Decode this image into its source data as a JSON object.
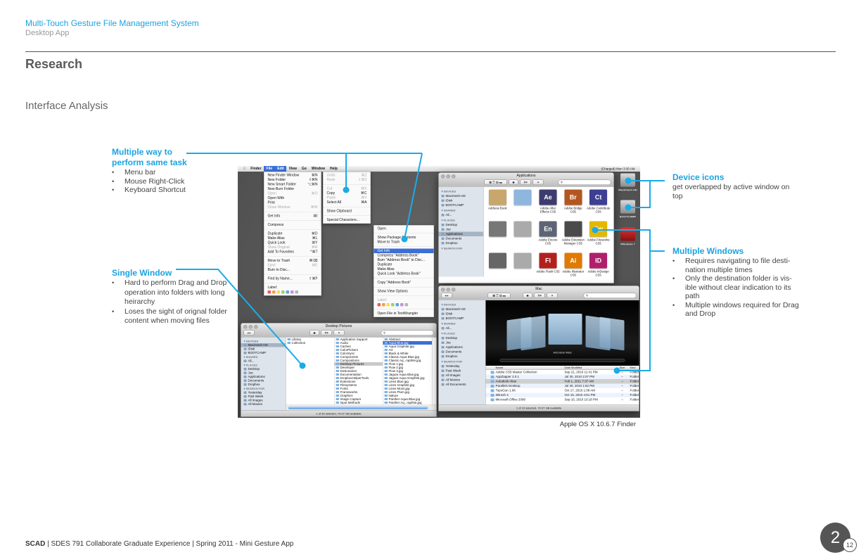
{
  "header": {
    "title": "Multi-Touch Gesture File Management System",
    "subtitle": "Desktop App"
  },
  "section": "Research",
  "subsection": "Interface Analysis",
  "annotations": {
    "multiple_way": {
      "title_line1": "Multiple way to",
      "title_line2": "perform same task",
      "bullets": [
        "Menu bar",
        "Mouse Right-Click",
        "Keyboard Shortcut"
      ]
    },
    "single_window": {
      "title": "Single Window",
      "bullets": [
        "Hard to perform Drag and Drop operation into folders with long heirarchy",
        "Loses the sight of orignal folder content when moving files"
      ]
    },
    "device_icons": {
      "title": "Device icons",
      "text": "get overlapped by active window on top"
    },
    "multiple_windows": {
      "title": "Multiple Windows",
      "bullets": [
        "Requires navigating to file desti-nation multiple times",
        "Only the destination folder is vis-ible without clear indication to its path",
        "Multiple windows required for Drag and Drop"
      ]
    },
    "accent": "#1aabe8"
  },
  "caption": "Apple OS X 10.6.7 Finder",
  "footer": {
    "brand": "SCAD",
    "text": " | SDES 791 Collaborate Graduate Experience | Spring 2011 - Mini Gesture App"
  },
  "page": {
    "current": "2",
    "total": "12"
  },
  "screenshot": {
    "menubar": {
      "apple": "",
      "items": [
        "Finder",
        "File",
        "Edit",
        "View",
        "Go",
        "Window",
        "Help"
      ],
      "status": "(Charged)   Mon 3:30 AM"
    },
    "file_menu": [
      {
        "label": "New Finder Window",
        "key": "⌘N"
      },
      {
        "label": "New Folder",
        "key": "⇧⌘N"
      },
      {
        "label": "New Smart Folder",
        "key": "⌥⌘N"
      },
      {
        "label": "New Burn Folder",
        "key": ""
      },
      {
        "label": "Open",
        "key": "⌘O",
        "dis": true
      },
      {
        "label": "Open With",
        "key": ""
      },
      {
        "label": "Print",
        "key": ""
      },
      {
        "label": "Close Window",
        "key": "⌘W",
        "dis": true
      },
      {
        "sep": true
      },
      {
        "label": "Get Info",
        "key": "⌘I"
      },
      {
        "sep": true
      },
      {
        "label": "Compress",
        "key": ""
      },
      {
        "sep": true
      },
      {
        "label": "Duplicate",
        "key": "⌘D"
      },
      {
        "label": "Make Alias",
        "key": "⌘L"
      },
      {
        "label": "Quick Look",
        "key": "⌘Y"
      },
      {
        "label": "Show Original",
        "key": "⌘R",
        "dis": true
      },
      {
        "label": "Add To Favorites",
        "key": "^⌘T"
      },
      {
        "sep": true
      },
      {
        "label": "Move to Trash",
        "key": "⌘⌫"
      },
      {
        "label": "Eject",
        "key": "⌘E",
        "dis": true
      },
      {
        "label": "Burn to Disc...",
        "key": ""
      },
      {
        "sep": true
      },
      {
        "label": "Find by Name...",
        "key": "⇧⌘F"
      },
      {
        "sep": true
      },
      {
        "label": "Label:",
        "key": ""
      }
    ],
    "edit_menu": [
      {
        "label": "Undo",
        "key": "⌘Z",
        "dis": true
      },
      {
        "label": "Redo",
        "key": "⇧⌘Z",
        "dis": true
      },
      {
        "sep": true
      },
      {
        "label": "Cut",
        "key": "⌘X",
        "dis": true
      },
      {
        "label": "Copy",
        "key": "⌘C"
      },
      {
        "label": "Paste",
        "key": "⌘V",
        "dis": true
      },
      {
        "label": "Select All",
        "key": "⌘A"
      },
      {
        "sep": true
      },
      {
        "label": "Show Clipboard",
        "key": ""
      },
      {
        "sep": true
      },
      {
        "label": "Special Characters...",
        "key": ""
      }
    ],
    "label_colors": [
      "#ee5b5b",
      "#f2a04a",
      "#eee05a",
      "#9ed35c",
      "#5ea2ec",
      "#c98ee0",
      "#b5b5b5"
    ],
    "context_menu": [
      {
        "label": "Open"
      },
      {
        "sep": true
      },
      {
        "label": "Show Package Contents"
      },
      {
        "label": "Move to Trash"
      },
      {
        "sep": true
      },
      {
        "label": "Get Info",
        "hl": true
      },
      {
        "label": "Compress \"Address Book\""
      },
      {
        "label": "Burn \"Address Book\" to Disc..."
      },
      {
        "label": "Duplicate"
      },
      {
        "label": "Make Alias"
      },
      {
        "label": "Quick Look \"Address Book\""
      },
      {
        "sep": true
      },
      {
        "label": "Copy \"Address Book\""
      },
      {
        "sep": true
      },
      {
        "label": "Show View Options"
      },
      {
        "sep": true
      },
      {
        "label": "Label:",
        "dis": true
      },
      {
        "labels": true
      },
      {
        "sep": true
      },
      {
        "label": "Open File in TextWrangler"
      }
    ],
    "desktop_icons": [
      "Macintosh HD",
      "BOOTCAMP",
      "Windows 7"
    ],
    "apps_window": {
      "title": "Applications",
      "sidebar": [
        {
          "h": "DEVICES",
          "items": [
            "Macintosh HD",
            "iDisk",
            "BOOTCAMP"
          ]
        },
        {
          "h": "SHARED",
          "items": [
            "All..."
          ]
        },
        {
          "h": "PLACES",
          "items": [
            "Desktop",
            "Joe",
            "Applications",
            "Documents",
            "Dropbox"
          ],
          "sel": 2
        },
        {
          "h": "SEARCH FOR",
          "items": []
        }
      ],
      "apps": [
        {
          "abbr": "",
          "name": "Address Book",
          "color": "#c9a66b"
        },
        {
          "abbr": "",
          "name": "",
          "color": "#8fb6dd"
        },
        {
          "abbr": "Ae",
          "name": "Adobe After Effects CS5",
          "color": "#3e3c6e"
        },
        {
          "abbr": "Br",
          "name": "Adobe Bridge CS5",
          "color": "#b4561f"
        },
        {
          "abbr": "Ct",
          "name": "Adobe Contribute CS5",
          "color": "#3d3f93"
        },
        {
          "abbr": "",
          "name": "",
          "color": "#777"
        },
        {
          "abbr": "",
          "name": "",
          "color": "#aaa"
        },
        {
          "abbr": "En",
          "name": "Adobe Encore CS5",
          "color": "#5d6475"
        },
        {
          "abbr": "",
          "name": "Adobe Extension Manager CS5",
          "color": "#4a4a4a"
        },
        {
          "abbr": "Fw",
          "name": "Adobe Fireworks CS5",
          "color": "#e5b800"
        },
        {
          "abbr": "",
          "name": "",
          "color": "#666"
        },
        {
          "abbr": "",
          "name": "",
          "color": "#aaa"
        },
        {
          "abbr": "Fl",
          "name": "Adobe Flash CS5",
          "color": "#b3201c"
        },
        {
          "abbr": "Ai",
          "name": "Adobe Illustrator CS5",
          "color": "#e07a00"
        },
        {
          "abbr": "ID",
          "name": "Adobe InDesign CS5",
          "color": "#b01f6c"
        }
      ]
    },
    "dp_window": {
      "title": "Desktop Pictures",
      "sidebar": [
        {
          "h": "DEVICES",
          "items": [
            "Macintosh HD",
            "iDisk",
            "BOOTCAMP"
          ],
          "sel": 0
        },
        {
          "h": "SHARED",
          "items": [
            "All..."
          ]
        },
        {
          "h": "PLACES",
          "items": [
            "Desktop",
            "Joe",
            "Applications",
            "Documents",
            "Dropbox"
          ]
        },
        {
          "h": "SEARCH FOR",
          "items": [
            "Yesterday",
            "Past Week",
            "All Images",
            "All Movies"
          ]
        }
      ],
      "col1": [
        "Library",
        "Collection"
      ],
      "col2": [
        "Application Support",
        "Audio",
        "Caches",
        "ColorPickers",
        "ColorSync",
        "Components",
        "Compositions",
        "Desktop Pictures",
        "Developer",
        "Dictionaries",
        "Documentation",
        "DropboxHelperTools",
        "Extensions",
        "Filesystems",
        "Fonts",
        "Frameworks",
        "Graphics",
        "Image Capture",
        "Input Methods"
      ],
      "col2_sel": 7,
      "col3": [
        "Abstract",
        "Aqua Blue.jpg",
        "Aqua Graphite.jpg",
        "Art",
        "Black & White",
        "Classic Aqua Blue.jpg",
        "Classic Aq...raphite.jpg",
        "Flow 1.jpg",
        "Flow 2.jpg",
        "Flow 3.jpg",
        "Jaguar Aqua Blue.jpg",
        "Jaguar Aqua Graphite.jpg",
        "Lines Blue.jpg",
        "Lines Graphite.jpg",
        "Lines Moss.jpg",
        "Lines Plum.jpg",
        "Nature",
        "Panther Aqua Blue.jpg",
        "Panther Aq...raphite.jpg"
      ],
      "col3_sel": 1,
      "status": "1 of 30 selected, 74.07 GB available"
    },
    "mac_window": {
      "title": "Mac",
      "sidebar": [
        {
          "h": "DEVICES",
          "items": [
            "Macintosh HD",
            "iDisk",
            "BOOTCAMP"
          ]
        },
        {
          "h": "SHARED",
          "items": [
            "All..."
          ]
        },
        {
          "h": "PLACES",
          "items": [
            "Desktop",
            "Joe",
            "Applications",
            "Documents",
            "Dropbox"
          ]
        },
        {
          "h": "SEARCH FOR",
          "items": [
            "Yesterday",
            "Past Week",
            "All Images",
            "All Movies",
            "All Documents"
          ]
        }
      ],
      "coverflow_label": "Autodesk Alias",
      "columns": [
        "Name",
        "Date Modified",
        "Size",
        "Kind"
      ],
      "rows": [
        {
          "name": "Adobe CS5 Master Collection",
          "date": "Sep 21, 2010 11:41 PM",
          "size": "--",
          "kind": "Folder"
        },
        {
          "name": "AppZapper 2.0.1",
          "date": "Jul 30, 2010 2:07 PM",
          "size": "--",
          "kind": "Folder"
        },
        {
          "name": "Autodesk Alias",
          "date": "Feb 1, 2011 7:37 AM",
          "size": "--",
          "kind": "Folder",
          "sel": true
        },
        {
          "name": "Parallels Desktop",
          "date": "Jul 30, 2010 1:52 PM",
          "size": "--",
          "kind": "Folder"
        },
        {
          "name": "TopoGun 1.06",
          "date": "Oct 17, 2010 1:08 AM",
          "size": "--",
          "kind": "Folder"
        },
        {
          "name": "ZBrush 4",
          "date": "Oct 15, 2010 4:51 PM",
          "size": "--",
          "kind": "Folder"
        },
        {
          "name": "Microsoft Office 2008",
          "date": "Sep 16, 2010 10:18 PM",
          "size": "--",
          "kind": "Folder"
        }
      ],
      "status": "1 of 10 selected, 74.07 GB available"
    }
  }
}
